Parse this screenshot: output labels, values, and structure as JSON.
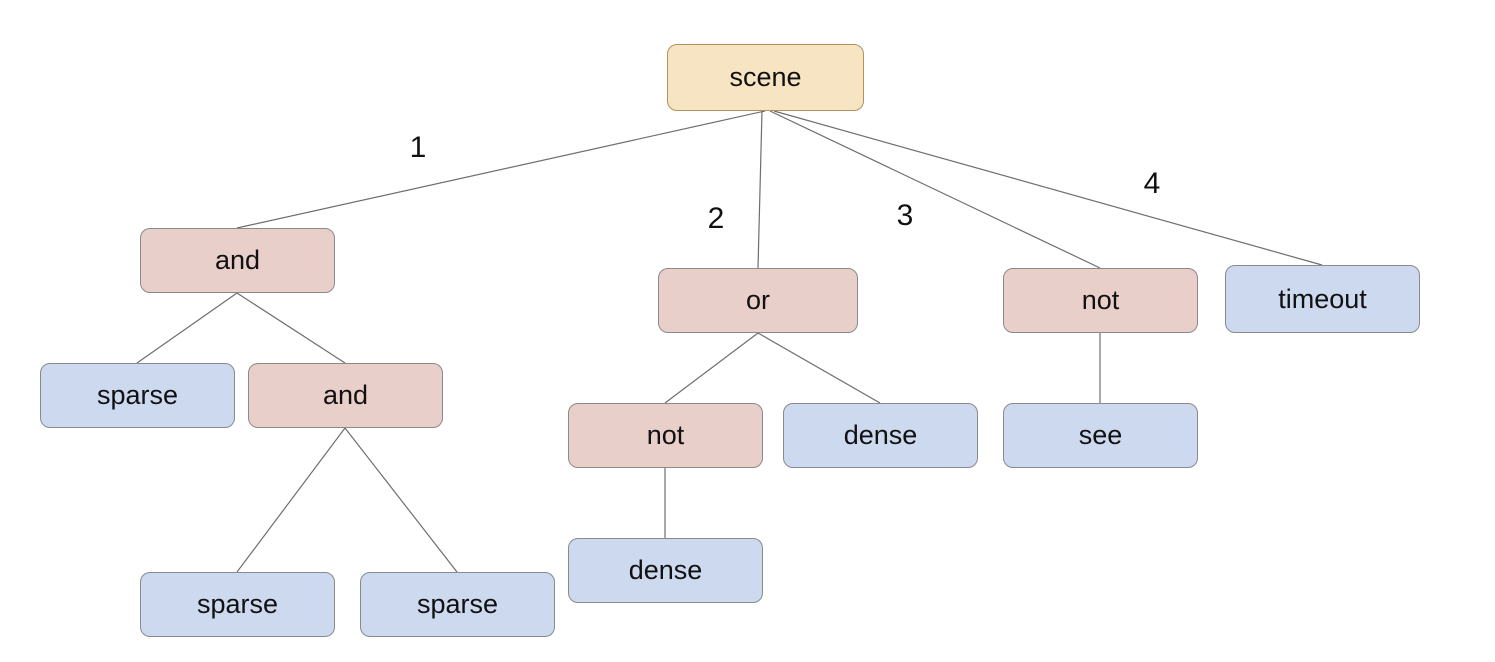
{
  "diagram": {
    "type": "tree",
    "colors": {
      "root_fill": "#f6e4c3",
      "root_border": "#b29260",
      "operator_fill": "#e9cfca",
      "leaf_fill": "#ccd9ef",
      "border": "#8a8a8a",
      "edge": "#6e6e6e"
    },
    "nodes": {
      "scene": {
        "label": "scene"
      },
      "and1": {
        "label": "and"
      },
      "or1": {
        "label": "or"
      },
      "not1": {
        "label": "not"
      },
      "timeout": {
        "label": "timeout"
      },
      "sparse1": {
        "label": "sparse"
      },
      "and2": {
        "label": "and"
      },
      "not2": {
        "label": "not"
      },
      "dense1": {
        "label": "dense"
      },
      "see": {
        "label": "see"
      },
      "dense2": {
        "label": "dense"
      },
      "sparse2": {
        "label": "sparse"
      },
      "sparse3": {
        "label": "sparse"
      }
    },
    "edge_labels": {
      "e1": "1",
      "e2": "2",
      "e3": "3",
      "e4": "4"
    },
    "structure": {
      "label": "scene",
      "children": [
        {
          "edge": "1",
          "label": "and",
          "children": [
            {
              "label": "sparse"
            },
            {
              "label": "and",
              "children": [
                {
                  "label": "sparse"
                },
                {
                  "label": "sparse"
                }
              ]
            }
          ]
        },
        {
          "edge": "2",
          "label": "or",
          "children": [
            {
              "label": "not",
              "children": [
                {
                  "label": "dense"
                }
              ]
            },
            {
              "label": "dense"
            }
          ]
        },
        {
          "edge": "3",
          "label": "not",
          "children": [
            {
              "label": "see"
            }
          ]
        },
        {
          "edge": "4",
          "label": "timeout"
        }
      ]
    }
  }
}
